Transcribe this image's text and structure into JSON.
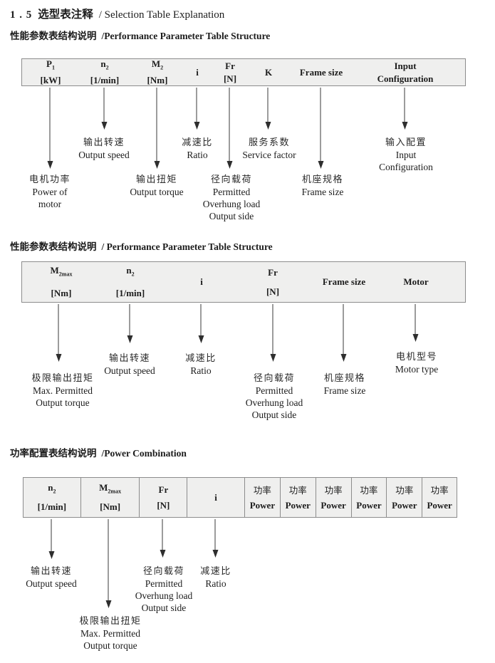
{
  "title": {
    "num": "1 . 5",
    "zh": "选型表注释",
    "en": "/ Selection Table Explanation"
  },
  "colors": {
    "table_fill": "#efefee",
    "table_border": "#8c8c8c",
    "text": "#1c1c1c"
  },
  "sections": [
    {
      "heading": {
        "zh": "性能参数表结构说明",
        "en": "/Performance Parameter Table Structure"
      },
      "headers": [
        {
          "sym": "P",
          "sub": "1",
          "unit": "[kW]"
        },
        {
          "sym": "n",
          "sub": "2",
          "unit": "[1/min]"
        },
        {
          "sym": "M",
          "sub": "2",
          "unit": "[Nm]"
        },
        {
          "sym": "i"
        },
        {
          "sym": "Fr",
          "unit": "[N]"
        },
        {
          "sym": "K"
        },
        {
          "sym": "Frame size"
        },
        {
          "sym": "Input",
          "unit": "Configuration"
        }
      ],
      "callouts": [
        {
          "zh": "电机功率",
          "en": [
            "Power of",
            "motor"
          ]
        },
        {
          "zh": "输出转速",
          "en": [
            "Output speed"
          ]
        },
        {
          "zh": "输出扭矩",
          "en": [
            "Output torque"
          ]
        },
        {
          "zh": "减速比",
          "en": [
            "Ratio"
          ]
        },
        {
          "zh": "径向载荷",
          "en": [
            "Permitted",
            "Overhung load",
            "Output side"
          ]
        },
        {
          "zh": "服务系数",
          "en": [
            "Service factor"
          ]
        },
        {
          "zh": "机座规格",
          "en": [
            "Frame size"
          ]
        },
        {
          "zh": "输入配置",
          "en": [
            "Input",
            "Configuration"
          ]
        }
      ]
    },
    {
      "heading": {
        "zh": "性能参数表结构说明",
        "en": "/ Performance Parameter Table Structure"
      },
      "headers": [
        {
          "sym": "M",
          "sub": "2max",
          "unit": "[Nm]"
        },
        {
          "sym": "n",
          "sub": "2",
          "unit": "[1/min]"
        },
        {
          "sym": "i"
        },
        {
          "sym": "Fr",
          "unit": "[N]"
        },
        {
          "sym": "Frame size"
        },
        {
          "sym": "Motor"
        }
      ],
      "callouts": [
        {
          "zh": "极限输出扭矩",
          "en": [
            "Max. Permitted",
            "Output torque"
          ]
        },
        {
          "zh": "输出转速",
          "en": [
            "Output speed"
          ]
        },
        {
          "zh": "减速比",
          "en": [
            "Ratio"
          ]
        },
        {
          "zh": "径向载荷",
          "en": [
            "Permitted",
            "Overhung load",
            "Output side"
          ]
        },
        {
          "zh": "机座规格",
          "en": [
            "Frame size"
          ]
        },
        {
          "zh": "电机型号",
          "en": [
            "Motor type"
          ]
        }
      ]
    },
    {
      "heading": {
        "zh": "功率配置表结构说明",
        "en": "/Power Combination"
      },
      "headers": [
        {
          "sym": "n",
          "sub": "2",
          "unit": "[1/min]"
        },
        {
          "sym": "M",
          "sub": "2max",
          "unit": "[Nm]"
        },
        {
          "sym": "Fr",
          "unit": "[N]"
        },
        {
          "sym": "i"
        }
      ],
      "power_columns": [
        {
          "zh": "功率",
          "en": "Power"
        },
        {
          "zh": "功率",
          "en": "Power"
        },
        {
          "zh": "功率",
          "en": "Power"
        },
        {
          "zh": "功率",
          "en": "Power"
        },
        {
          "zh": "功率",
          "en": "Power"
        },
        {
          "zh": "功率",
          "en": "Power"
        }
      ],
      "callouts": [
        {
          "zh": "输出转速",
          "en": [
            "Output speed"
          ]
        },
        {
          "zh": "极限输出扭矩",
          "en": [
            "Max. Permitted",
            "Output torque"
          ]
        },
        {
          "zh": "径向载荷",
          "en": [
            "Permitted",
            "Overhung load",
            "Output side"
          ]
        },
        {
          "zh": "减速比",
          "en": [
            "Ratio"
          ]
        }
      ]
    }
  ]
}
